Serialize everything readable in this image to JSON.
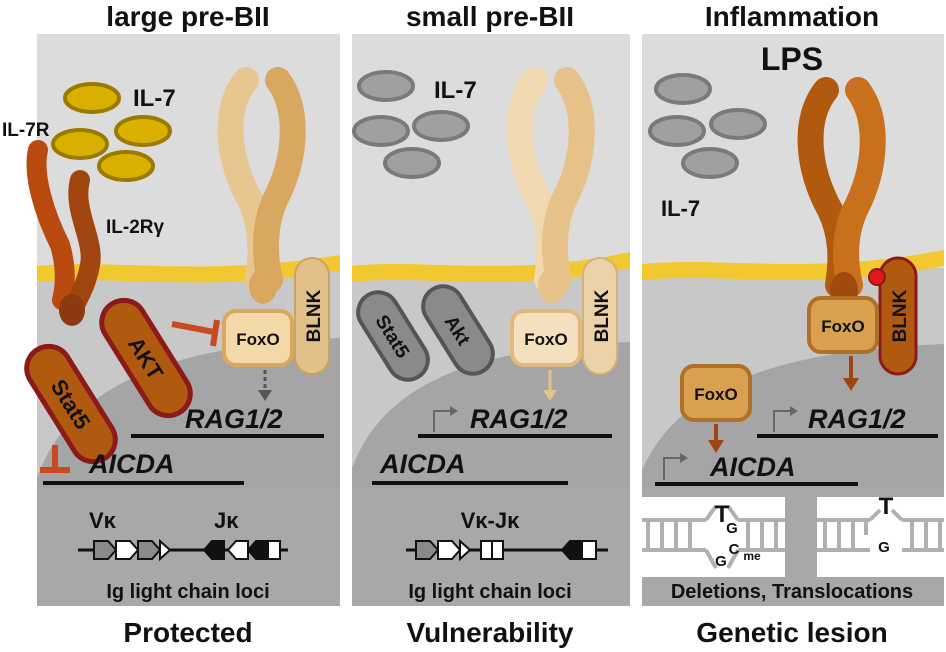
{
  "panels": [
    {
      "title": "large pre-BII",
      "footer": "Protected",
      "il7": "IL-7",
      "il7r": "IL-7R",
      "il2r": "IL-2Rγ",
      "stat5": "Stat5",
      "akt": "AKT",
      "foxo": "FoxO",
      "blnk": "BLNK",
      "rag": "RAG1/2",
      "aicda": "AICDA",
      "vk": "Vκ",
      "jk": "Jκ",
      "locus": "Ig light chain loci"
    },
    {
      "title": "small pre-BII",
      "footer": "Vulnerability",
      "il7": "IL-7",
      "stat5": "Stat5",
      "akt": "Akt",
      "foxo": "FoxO",
      "blnk": "BLNK",
      "rag": "RAG1/2",
      "aicda": "AICDA",
      "vkjk": "Vκ-Jκ",
      "locus": "Ig light chain loci"
    },
    {
      "title": "Inflammation",
      "footer": "Genetic lesion",
      "lps": "LPS",
      "il7": "IL-7",
      "foxo_a": "FoxO",
      "foxo_b": "FoxO",
      "blnk": "BLNK",
      "rag": "RAG1/2",
      "aicda": "AICDA",
      "t1": "T",
      "g1": "G",
      "c1": "C",
      "me": "me",
      "g2": "G",
      "t2": "T",
      "g3": "G",
      "lesion": "Deletions, Translocations"
    }
  ],
  "colors": {
    "panel_bg": "#dcdcdc",
    "nucleus": "#a5a5a5",
    "dna_band": "#a8a8a8",
    "membrane": "#f2c830",
    "il7_fill": "#d9b000",
    "il7_label": "#d9b000",
    "grey_label": "#808080",
    "dark_red": "#8b1a1a",
    "brown": "#b05a10",
    "tan": "#e2c08a",
    "lps": "#c0641a"
  }
}
